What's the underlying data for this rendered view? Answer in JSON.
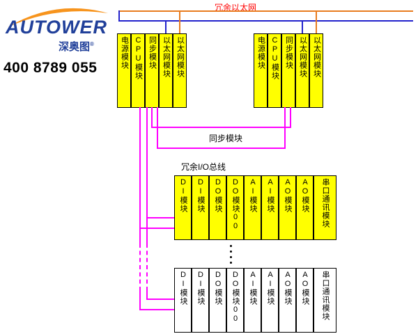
{
  "logo": {
    "brand": "AUTOWER",
    "brand_cn": "深奥图",
    "trademark": "®",
    "phone": "400 8789 055"
  },
  "labels": {
    "redundant_ethernet": "冗余以太网",
    "sync_link": "同步模块",
    "redundant_io_bus": "冗余I/O总线"
  },
  "colors": {
    "ethernet_line_a_orange": "#E87B1E",
    "ethernet_line_b_blue": "#2222CC",
    "io_bus_magenta": "#FF00FF",
    "module_fill_yellow": "#FFFF00",
    "ethernet_label_red": "#FF0000",
    "logo_blue": "#21409A",
    "logo_swoosh_orange": "#F7941D"
  },
  "rack1": {
    "modules": [
      "电源模块",
      "CPU模块",
      "同步模块",
      "以太网模块",
      "以太网模块"
    ]
  },
  "rack2": {
    "modules": [
      "电源模块",
      "CPU模块",
      "同步模块",
      "以太网模块",
      "以太网模块"
    ]
  },
  "io_row1": {
    "modules": [
      "DI模块",
      "DI模块",
      "DO模块",
      "DO模块00",
      "AI模块",
      "AI模块",
      "AO模块",
      "AO模块",
      "串口通讯模块"
    ]
  },
  "io_row2": {
    "modules": [
      "DI模块",
      "DI模块",
      "DO模块",
      "DO模块00",
      "AI模块",
      "AI模块",
      "AO模块",
      "AO模块",
      "串口通讯模块"
    ]
  }
}
